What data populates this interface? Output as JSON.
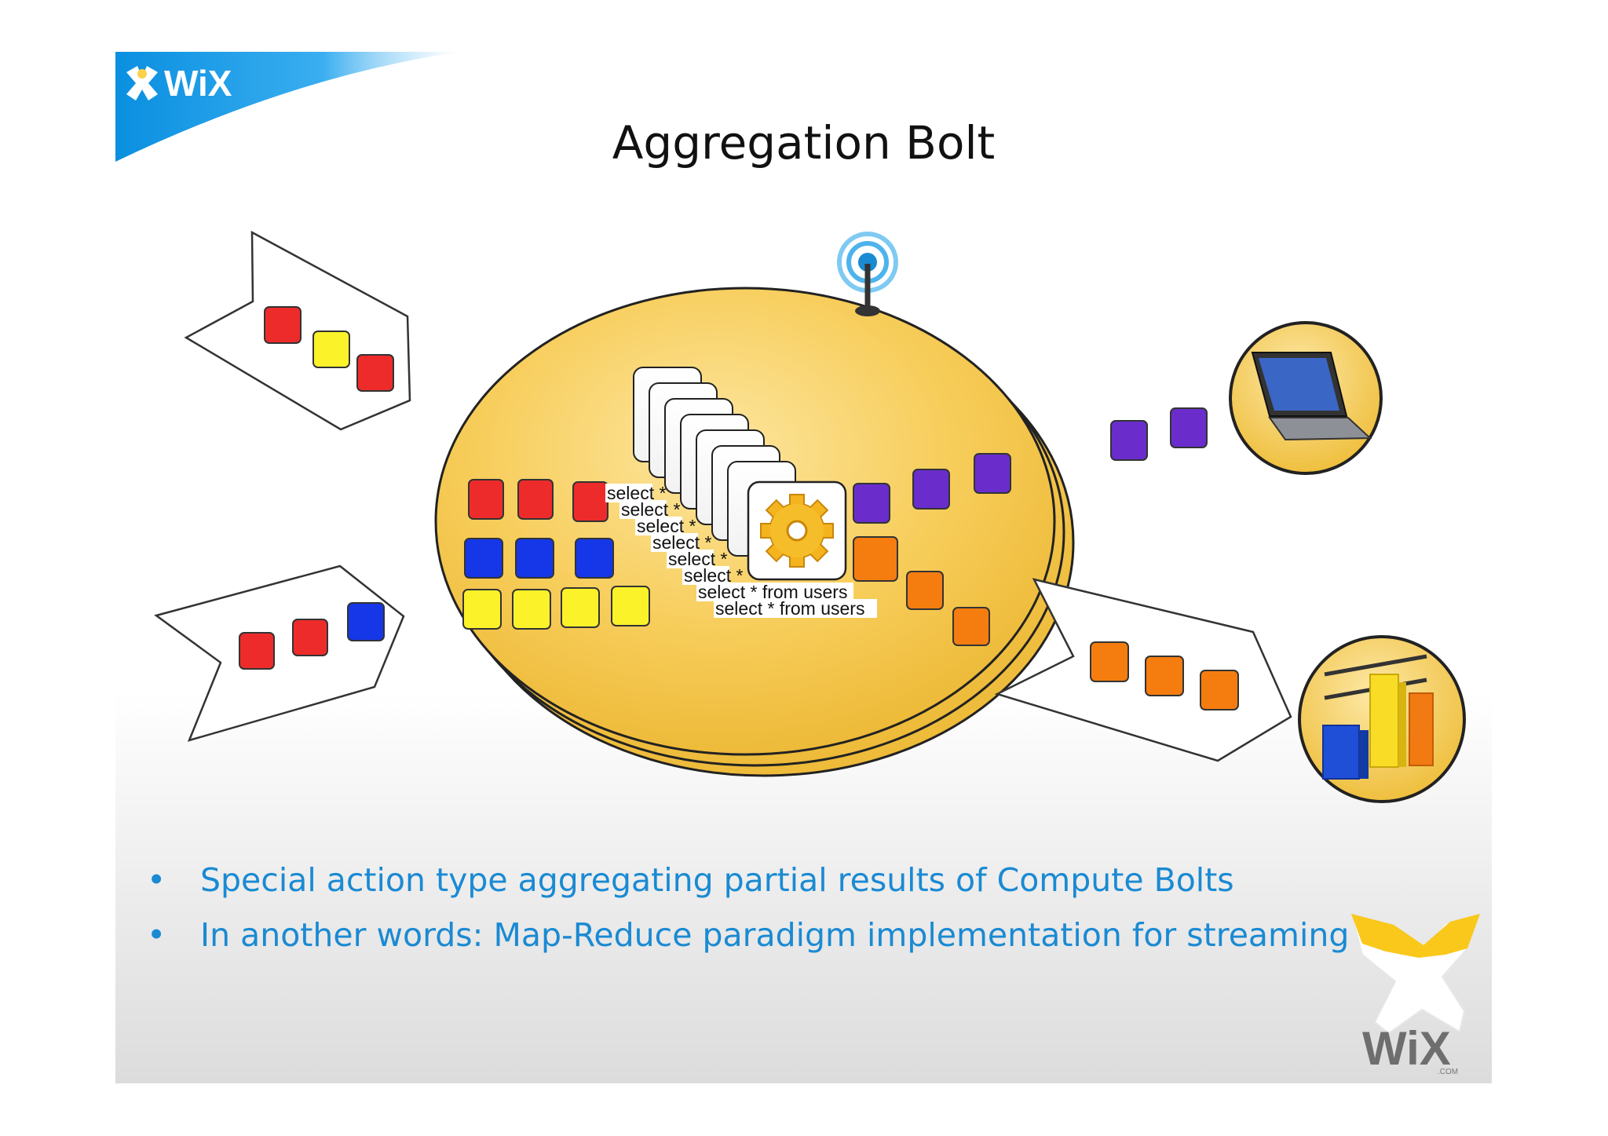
{
  "slide": {
    "title": "Aggregation Bolt",
    "bullets": [
      "Special action type aggregating partial results of Compute Bolts",
      "In another words: Map-Reduce paradigm implementation for streaming"
    ],
    "bullet_symbol": "•"
  },
  "logos": {
    "top_left": "WiX",
    "bottom_right": "WiX",
    "bottom_right_sub": ".COM"
  },
  "diagram": {
    "query_labels": [
      "select *",
      "select *",
      "select *",
      "select *",
      "select *",
      "select *",
      "select * from users",
      "select * from users"
    ],
    "icons": [
      "antenna-icon",
      "gear-icon",
      "laptop-icon",
      "bar-chart-icon"
    ],
    "colors": {
      "red": "#ee2b2b",
      "yellow": "#fbf22a",
      "blue": "#1537e8",
      "purple": "#6a2dcc",
      "orange": "#f57d0f",
      "disc": "#f6c64a",
      "accent_blue": "#1a8ad3"
    }
  }
}
